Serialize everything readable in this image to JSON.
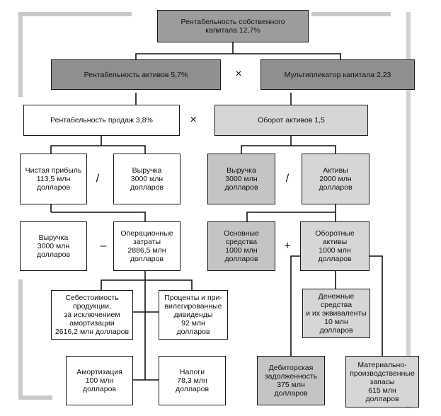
{
  "diagram": {
    "title": "DuPont analysis tree",
    "nodes": {
      "roe": {
        "label": "Рентабельность собственного\nкапитала 12,7%"
      },
      "roa": {
        "label": "Рентабельность активов 5,7%"
      },
      "equity_multiplier": {
        "label": "Мультипликатор капитала 2,23"
      },
      "profit_margin": {
        "label": "Рентабельность продаж 3,8%"
      },
      "asset_turnover": {
        "label": "Оборот активов 1,5"
      },
      "net_income": {
        "label": "Чистая прибыль\n113,5 млн\nдолларов"
      },
      "revenue_1": {
        "label": "Выручка\n3000 млн\nдолларов"
      },
      "revenue_2": {
        "label": "Выручка\n3000 млн\nдолларов"
      },
      "total_assets": {
        "label": "Активы\n2000 млн\nдолларов"
      },
      "revenue_3": {
        "label": "Выручка\n3000 млн\nдолларов"
      },
      "operating_costs": {
        "label": "Операционные\nзатраты\n2886,5 млн\nдолларов"
      },
      "fixed_assets": {
        "label": "Основные\nсредства\n1000 млн\nдолларов"
      },
      "current_assets": {
        "label": "Оборотные\nактивы\n1000 млн\nдолларов"
      },
      "cogs": {
        "label": "Себестоимость\nпродукции,\nза исключением\nамортизации\n2616,2 млн долларов"
      },
      "interest_dividends": {
        "label": "Проценты и при-\nвилегированные\nдивиденды\n92 млн\nдолларов"
      },
      "cash": {
        "label": "Денежные\nсредства\nи их эквиваленты\n10 млн\nдолларов"
      },
      "depreciation": {
        "label": "Амортизация\n100 млн\nдолларов"
      },
      "taxes": {
        "label": "Налоги\n78,3 млн\nдолларов"
      },
      "receivables": {
        "label": "Дебиторская\nзадолженность\n375 млн\nдолларов"
      },
      "inventory": {
        "label": "Материально-\nпроизводственные\nзапасы\n615 млн\nдолларов"
      }
    },
    "operators": {
      "roa_x_multiplier": "×",
      "margin_x_turnover": "×",
      "income_div_revenue": "/",
      "revenue_div_assets": "/",
      "revenue_minus_costs": "–",
      "fixed_plus_current": "+"
    }
  }
}
